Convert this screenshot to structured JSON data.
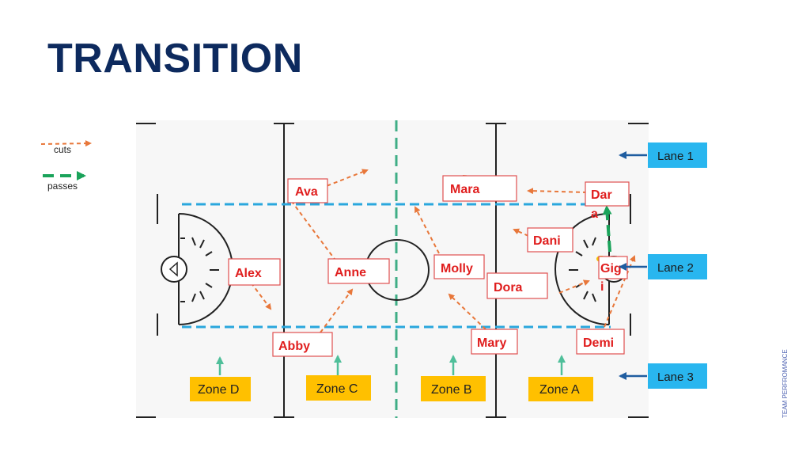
{
  "slide": {
    "title": "TRANSITION",
    "side_text": "TEAM PERFROMANCE"
  },
  "legend": {
    "cuts": "cuts",
    "passes": "passes"
  },
  "colors": {
    "cut": "#e8773a",
    "pass": "#1aa35a",
    "lane_line": "#2aa7dd",
    "center_line": "#3fae86",
    "player_text": "#e01e1e",
    "zone_fill": "#ffc000",
    "lane_fill": "#29b6ef",
    "lane_arrow": "#1f5da0",
    "zone_arrow": "#4fbf9a",
    "title": "#0d2a5e"
  },
  "players": {
    "ava": "Ava",
    "mara": "Mara",
    "dara_1": "Dar",
    "dara_2": "a",
    "dani": "Dani",
    "alex": "Alex",
    "anne": "Anne",
    "molly": "Molly",
    "dora": "Dora",
    "gigi_1": "Gig",
    "gigi_2": "i",
    "abby": "Abby",
    "mary": "Mary",
    "demi": "Demi"
  },
  "zones": {
    "d": "Zone D",
    "c": "Zone C",
    "b": "Zone B",
    "a": "Zone A"
  },
  "lanes": {
    "l1": "Lane 1",
    "l2": "Lane 2",
    "l3": "Lane 3"
  }
}
